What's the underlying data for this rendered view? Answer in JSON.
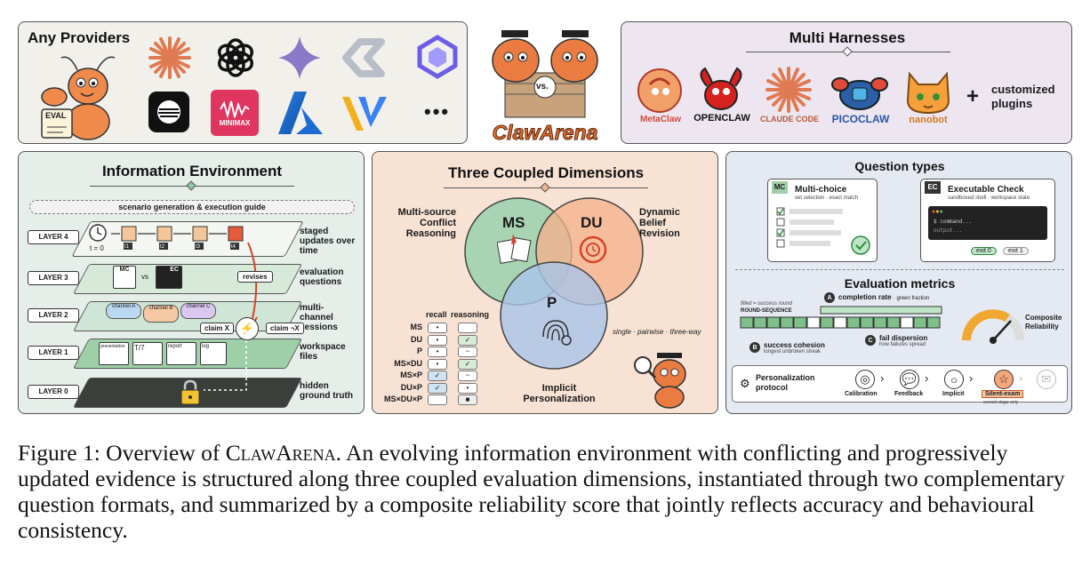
{
  "providers": {
    "title": "Any Providers",
    "badge": "EVAL",
    "icons": [
      "anthropic-logo",
      "openai-logo",
      "gemini-logo",
      "deepseek-logo",
      "qwen-logo",
      "cohere-logo",
      "minimax-logo",
      "azure-logo",
      "vertex-logo"
    ],
    "minimax_label": "MINIMAX",
    "more": "•••"
  },
  "arena": {
    "title": "ClawArena",
    "vs": "vs."
  },
  "harnesses": {
    "title": "Multi Harnesses",
    "items": [
      "MetaClaw",
      "OPENCLAW",
      "CLAUDE CODE",
      "PICOCLAW",
      "nanobot"
    ],
    "plus": "+",
    "custom": "customized plugins"
  },
  "info_env": {
    "title": "Information Environment",
    "guide": "scenario generation & execution guide",
    "layers": [
      {
        "id": "LAYER 4",
        "label": "staged updates over time"
      },
      {
        "id": "LAYER 3",
        "label": "evaluation questions"
      },
      {
        "id": "LAYER 2",
        "label": "multi-channel sessions"
      },
      {
        "id": "LAYER 1",
        "label": "workspace files"
      },
      {
        "id": "LAYER 0",
        "label": "hidden ground truth"
      }
    ],
    "t0": "t = 0",
    "timeline": [
      "t1",
      "t2",
      "t3",
      "t4"
    ],
    "mc": "MC",
    "ec": "EC",
    "vs": "vs",
    "revises": "revises",
    "channels": [
      "channel A",
      "channel B",
      "channel C"
    ],
    "claim_x": "claim X",
    "claim_notx": "claim ¬X",
    "files": [
      "presentation",
      "T/7",
      "report",
      "log"
    ]
  },
  "dims": {
    "title": "Three Coupled Dimensions",
    "ms": "MS",
    "du": "DU",
    "p": "P",
    "ms_label": "Multi-source Conflict Reasoning",
    "du_label": "Dynamic Belief Revision",
    "p_label": "Implicit Personalization",
    "note": "single · pairwise · three-way",
    "table_headers": [
      "recall",
      "reasoning"
    ],
    "rows": [
      {
        "name": "MS",
        "recall": "•",
        "reasoning": ""
      },
      {
        "name": "DU",
        "recall": "•",
        "reasoning": "✓"
      },
      {
        "name": "P",
        "recall": "•",
        "reasoning": "~"
      },
      {
        "name": "MS×DU",
        "recall": "•",
        "reasoning": "✓"
      },
      {
        "name": "MS×P",
        "recall": "✓",
        "reasoning": "~"
      },
      {
        "name": "DU×P",
        "recall": "✓",
        "reasoning": "•"
      },
      {
        "name": "MS×DU×P",
        "recall": "",
        "reasoning": "■"
      }
    ]
  },
  "questions": {
    "title": "Question types",
    "mc_badge": "MC",
    "mc_title": "Multi-choice",
    "mc_sub": "set selection · exact match",
    "ec_badge": "EC",
    "ec_title": "Executable Check",
    "ec_sub": "sandboxed shell · workspace state",
    "cmd": "$ command...",
    "out": "output...",
    "exit0": "exit 0",
    "exit1": "exit 1",
    "metrics_title": "Evaluation metrics",
    "legend": "filled = success round",
    "seq": "ROUND-SEQUENCE",
    "a_label": "completion rate",
    "a_sub": "· green fraction",
    "b_label": "success cohesion",
    "b_sub": "longest unbroken streak",
    "c_label": "fail dispersion",
    "c_sub": "how failures spread",
    "composite": "Composite Reliability",
    "round_seq": [
      1,
      1,
      1,
      1,
      1,
      0,
      1,
      0,
      1,
      1,
      1,
      1,
      0,
      1,
      1
    ],
    "personalization": "Personalization protocol",
    "steps": [
      "Calibration",
      "Feedback",
      "Implicit",
      "Silent-exam"
    ],
    "silent_sub": "scored stage only"
  },
  "caption": {
    "prefix": "Figure 1: Overview of ",
    "name": "ClawArena",
    "text": ". An evolving information environment with conflicting and progressively updated evidence is structured along three coupled evaluation dimensions, instantiated through two complementary question formats, and summarized by a composite reliability score that jointly reflects accuracy and behavioural consistency."
  }
}
